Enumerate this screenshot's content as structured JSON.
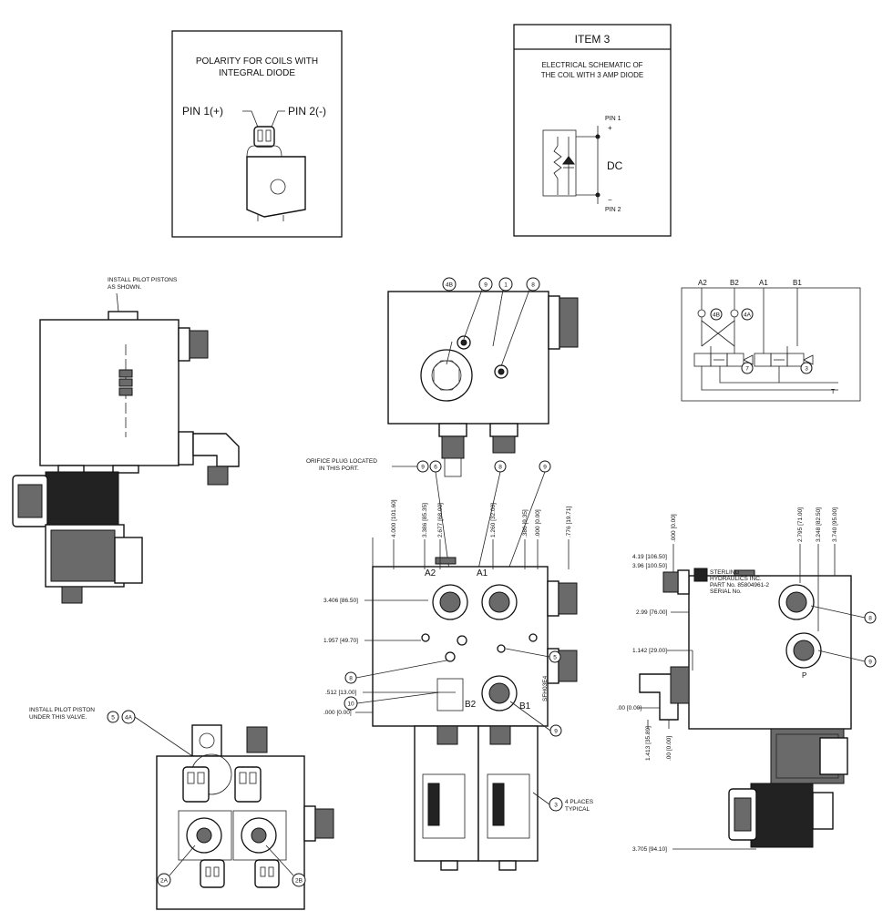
{
  "polarity_box": {
    "title_line1": "POLARITY FOR COILS WITH",
    "title_line2": "INTEGRAL DIODE",
    "pin1": "PIN 1(+)",
    "pin2": "PIN 2(-)"
  },
  "schematic_box": {
    "item": "ITEM 3",
    "desc_line1": "ELECTRICAL SCHEMATIC OF",
    "desc_line2": "THE COIL WITH 3 AMP DIODE",
    "pin1": "PIN 1",
    "pin2": "PIN 2",
    "plus": "+",
    "minus": "−",
    "dc": "DC"
  },
  "notes": {
    "pilot_pistons_line1": "INSTALL PILOT PISTONS",
    "pilot_pistons_line2": "AS SHOWN.",
    "pilot_piston_line1": "INSTALL PILOT PISTON",
    "pilot_piston_line2": "UNDER THIS VALVE.",
    "orifice_line1": "ORIFICE PLUG LOCATED",
    "orifice_line2": "IN THIS PORT.",
    "places_line1": "4 PLACES",
    "places_line2": "TYPICAL"
  },
  "hydraulic_schematic": {
    "ports": [
      "A2",
      "B2",
      "A1",
      "B1"
    ],
    "tank": "T",
    "balloons": [
      "4B",
      "4A",
      "7",
      "3"
    ]
  },
  "top_view": {
    "balloons": [
      "4B",
      "9",
      "1",
      "8"
    ]
  },
  "front_view": {
    "ports": [
      "A2",
      "A1",
      "B2",
      "B1"
    ],
    "vertical_dims": [
      "4.000 [101.60]",
      "3.386 [85.35]",
      "2.677 [68.00]",
      "1.260 [32.00]",
      ".386 [9.35]",
      ".000 [0.00]",
      ".776 [19.71]"
    ],
    "horizontal_dims": [
      "3.406 [86.50]",
      "1.957 [49.70]",
      ".512 [13.00]",
      ".000 [0.00]"
    ],
    "balloons": [
      "9",
      "6",
      "8",
      "9",
      "5",
      "8",
      "10",
      "9",
      "3"
    ],
    "side_mark": "SFH03E4"
  },
  "side_view": {
    "vertical_dims": [
      ".000 [0.00]",
      "2.795 [71.00]",
      "3.248 [82.50]",
      "3.740 [95.00]"
    ],
    "horizontal_dims": [
      "4.19 [106.50]",
      "3.96 [100.50]",
      "2.99 [76.00]",
      "1.142 [29.00]",
      ".00 [0.00]"
    ],
    "bottom_dims": [
      "1.413 [35.89]",
      ".00 [0.00]"
    ],
    "width_dim": "3.705 [94.10]",
    "nameplate": {
      "line1": "STERLING",
      "line2": "HYDRAULICS INC.",
      "line3": "PART No. 85804961-2",
      "line4": "SERIAL No."
    },
    "port_p": "P",
    "balloons": [
      "8",
      "9"
    ]
  },
  "bottom_left_view": {
    "balloons": [
      "5",
      "4A",
      "2A",
      "2B"
    ]
  }
}
